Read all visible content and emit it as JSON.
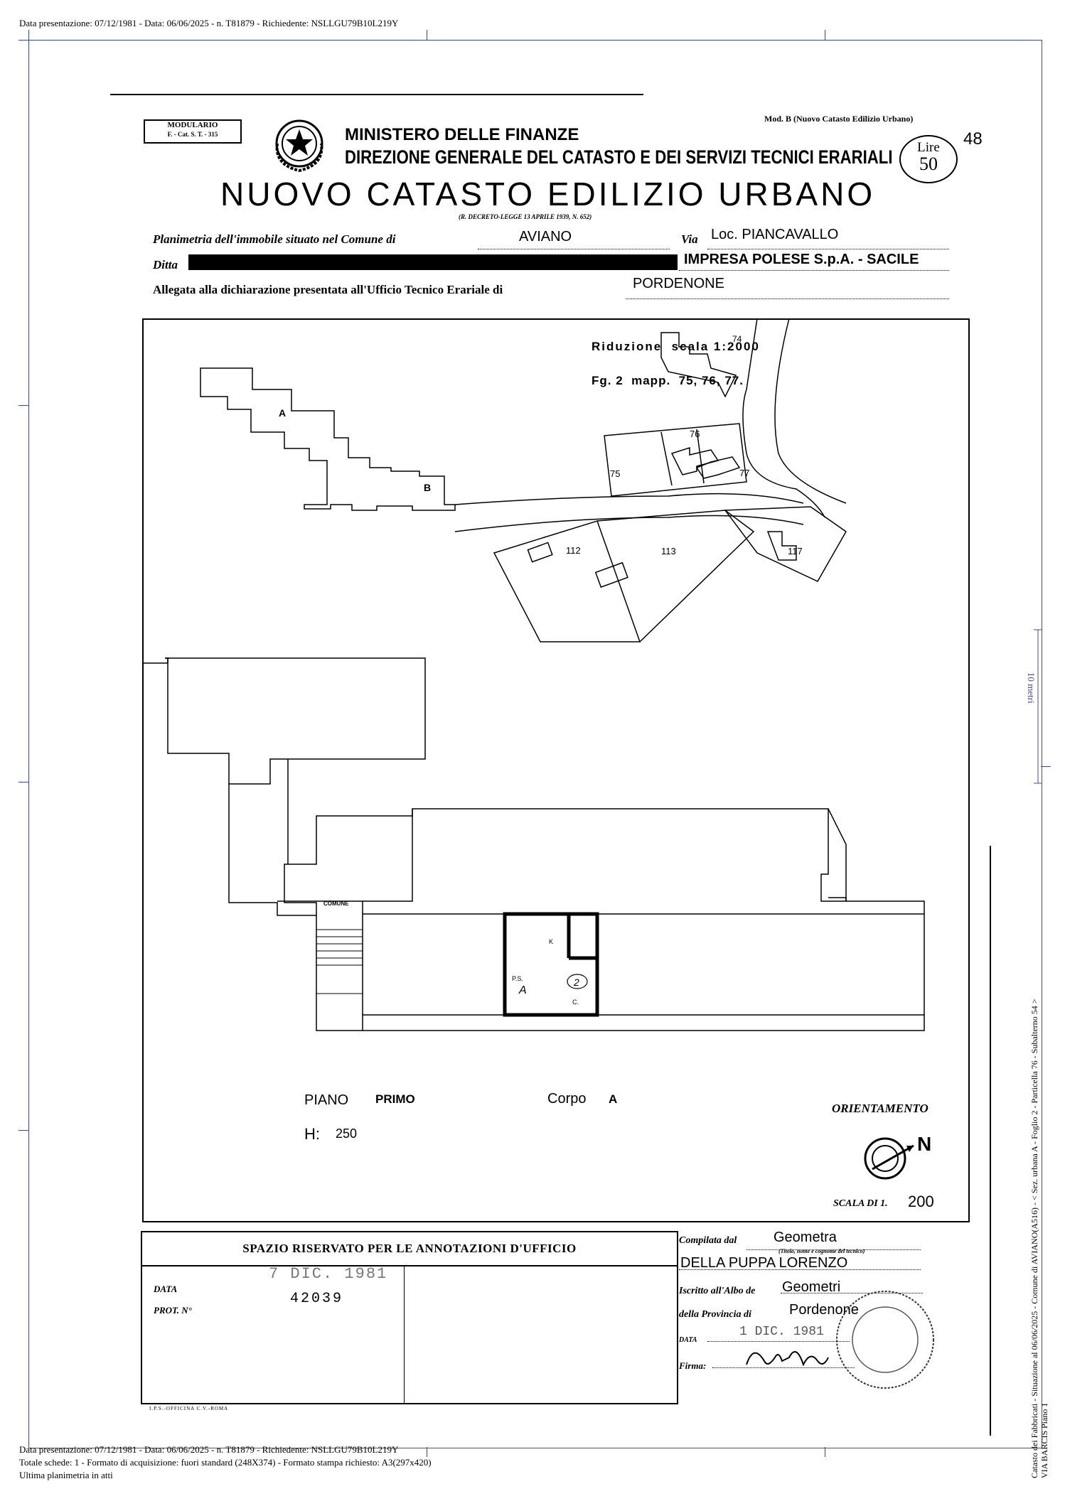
{
  "header_line": "Data presentazione: 07/12/1981 - Data: 06/06/2025 - n. T81879 - Richiedente: NSLLGU79B10L219Y",
  "footer": {
    "line1": "Data presentazione: 07/12/1981 - Data: 06/06/2025 - n. T81879 - Richiedente: NSLLGU79B10L219Y",
    "line2": "Totale schede: 1 - Formato di acquisizione: fuori standard (248X374) - Formato stampa richiesto: A3(297x420)",
    "line3": "Ultima planimetria in atti"
  },
  "side_text": {
    "line1": "Catasto dei Fabbricati - Situazione al 06/06/2025 - Comune di AVIANO(A516) - < Sez. urbana A - Foglio 2 - Particella 76 - Subalterno 54 >",
    "line2": "VIA BARCIS Piano 1",
    "scale_label": "10 metri"
  },
  "form": {
    "modulario_line1": "MODULARIO",
    "modulario_line2": "F. - Cat. S. T. - 315",
    "mod_b": "Mod. B (Nuovo Catasto Edilizio Urbano)",
    "page_number": "48",
    "lire_label": "Lire",
    "lire_value": "50",
    "ministry": "MINISTERO DELLE FINANZE",
    "direction": "DIREZIONE GENERALE DEL CATASTO E DEI SERVIZI TECNICI ERARIALI",
    "title": "NUOVO CATASTO EDILIZIO URBANO",
    "decree": "(R. DECRETO-LEGGE 13 APRILE 1939, N. 652)",
    "planimetria_label": "Planimetria dell'immobile situato nel Comune di",
    "comune_value": "AVIANO",
    "via_label": "Via",
    "via_value": "Loc. PIANCAVALLO",
    "ditta_label": "Ditta",
    "ditta_value": "IMPRESA POLESE S.p.A. - SACILE",
    "allegata_label": "Allegata alla dichiarazione presentata all'Ufficio Tecnico Erariale di",
    "ufficio_value": "PORDENONE"
  },
  "plan": {
    "riduzione": "Riduzione  scala 1:2000",
    "foglio": "Fg. 2  mapp.  75, 76, 77.",
    "label_a": "A",
    "label_b": "B",
    "parcels": [
      "74",
      "76",
      "75",
      "77",
      "112",
      "113",
      "117"
    ],
    "comune_label": "COMUNE",
    "room_ps": "P.S.",
    "room_c": "C.",
    "room_k": "K",
    "piano_label": "PIANO",
    "piano_value": "PRIMO",
    "corpo_label": "Corpo",
    "corpo_value": "A",
    "h_label": "H:",
    "h_value": "250",
    "orientamento": "ORIENTAMENTO",
    "north": "N",
    "scala_label": "SCALA DI 1.",
    "scala_value": "200"
  },
  "office": {
    "heading": "SPAZIO RISERVATO PER LE ANNOTAZIONI D'UFFICIO",
    "data_label": "DATA",
    "data_value": "7 DIC. 1981",
    "prot_label": "PROT. N°",
    "prot_value": "42039",
    "printer": "I.P.S.-OFFICINA C.V.-ROMA"
  },
  "compiler": {
    "compilata_label": "Compilata dal",
    "title_value": "Geometra",
    "title_note": "(Titolo, nome e cognome del tecnico)",
    "name": "DELLA PUPPA LORENZO",
    "iscritto_label": "Iscritto all'Albo de",
    "albo_value": "Geometri",
    "provincia_label": "della Provincia di",
    "provincia_value": "Pordenone",
    "data_label": "DATA",
    "data_value": "1 DIC. 1981",
    "firma_label": "Firma:"
  }
}
